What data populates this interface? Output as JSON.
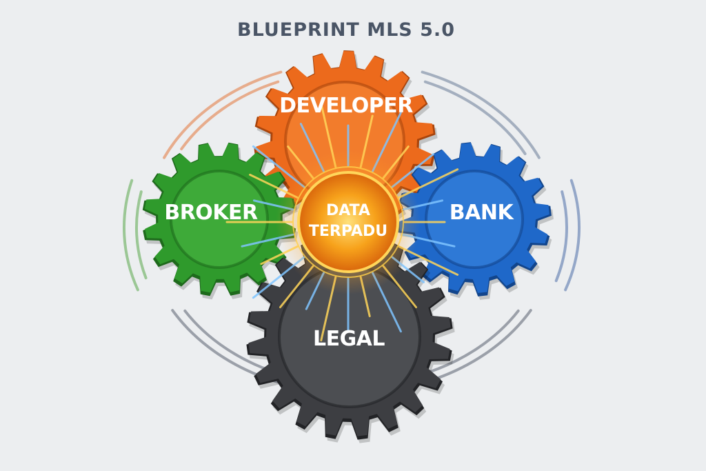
{
  "title": "BLUEPRINT MLS 5.0",
  "core": {
    "line1": "DATA",
    "line2": "TERPADU"
  },
  "gears": {
    "developer": {
      "label": "DEVELOPER",
      "color": "#ec6a1c",
      "dark": "#a8440c",
      "light": "#f78a3a"
    },
    "broker": {
      "label": "BROKER",
      "color": "#2f9a2c",
      "dark": "#1e6a1c",
      "light": "#4bb845"
    },
    "bank": {
      "label": "BANK",
      "color": "#1f68c9",
      "dark": "#12458c",
      "light": "#3b86e0"
    },
    "legal": {
      "label": "LEGAL",
      "color": "#3d3e42",
      "dark": "#222326",
      "light": "#5a5b60"
    }
  },
  "colors": {
    "title": "#4a5566",
    "background": "#eceef0",
    "core": "#f6a21c",
    "glow": "#ffd65a"
  }
}
